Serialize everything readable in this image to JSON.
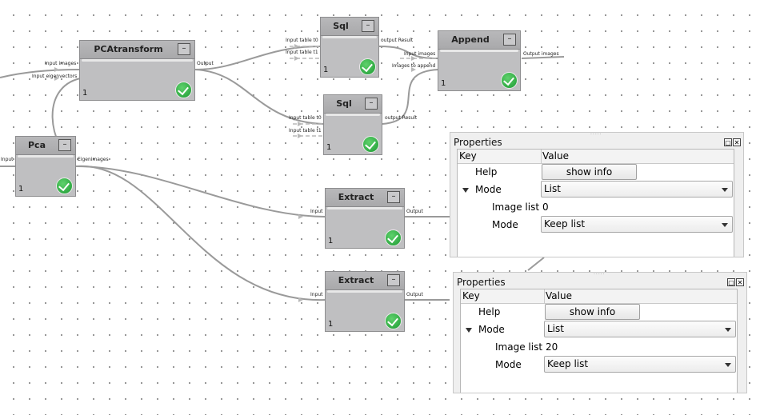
{
  "nodes": {
    "pcatransform": {
      "title": "PCAtransform",
      "count": "1",
      "min": "–",
      "in1": "Input images",
      "in2": "Input eigenvectors",
      "out": "Output"
    },
    "pca": {
      "title": "Pca",
      "count": "1",
      "min": "–",
      "in": "Input",
      "out": "Eigenimages"
    },
    "sql1": {
      "title": "Sql",
      "count": "1",
      "min": "–",
      "in1": "Input table t0",
      "in2": "Input table t1",
      "out": "output Result"
    },
    "sql2": {
      "title": "Sql",
      "count": "1",
      "min": "–",
      "in1": "Input table t0",
      "in2": "Input table t1",
      "out": "output Result"
    },
    "append": {
      "title": "Append",
      "count": "1",
      "min": "–",
      "in1": "Input images",
      "in2": "Images to append",
      "out": "Output images"
    },
    "extract1": {
      "title": "Extract",
      "count": "1",
      "min": "–",
      "in": "Input",
      "out": "Output"
    },
    "extract2": {
      "title": "Extract",
      "count": "1",
      "min": "–",
      "in": "Input",
      "out": "Output"
    }
  },
  "panels": [
    {
      "title": "Properties",
      "col_key": "Key",
      "col_value": "Value",
      "help_key": "Help",
      "help_btn": "show info",
      "mode_key": "Mode",
      "mode_value": "List",
      "imagelist_key": "Image list",
      "imagelist_value": "0",
      "mode2_key": "Mode",
      "mode2_value": "Keep list"
    },
    {
      "title": "Properties",
      "col_key": "Key",
      "col_value": "Value",
      "help_key": "Help",
      "help_btn": "show info",
      "mode_key": "Mode",
      "mode_value": "List",
      "imagelist_key": "Image list",
      "imagelist_value": "20",
      "mode2_key": "Mode",
      "mode2_value": "Keep list"
    }
  ],
  "colors": {
    "node_body": "#bfbfc1",
    "status_ok": "#1d9a33",
    "wire": "#9a9a9a"
  },
  "icons": {
    "minimize": "minus-icon",
    "status": "checkmark-icon",
    "float": "float-icon",
    "close": "close-icon",
    "expand": "triangle-down-icon"
  }
}
